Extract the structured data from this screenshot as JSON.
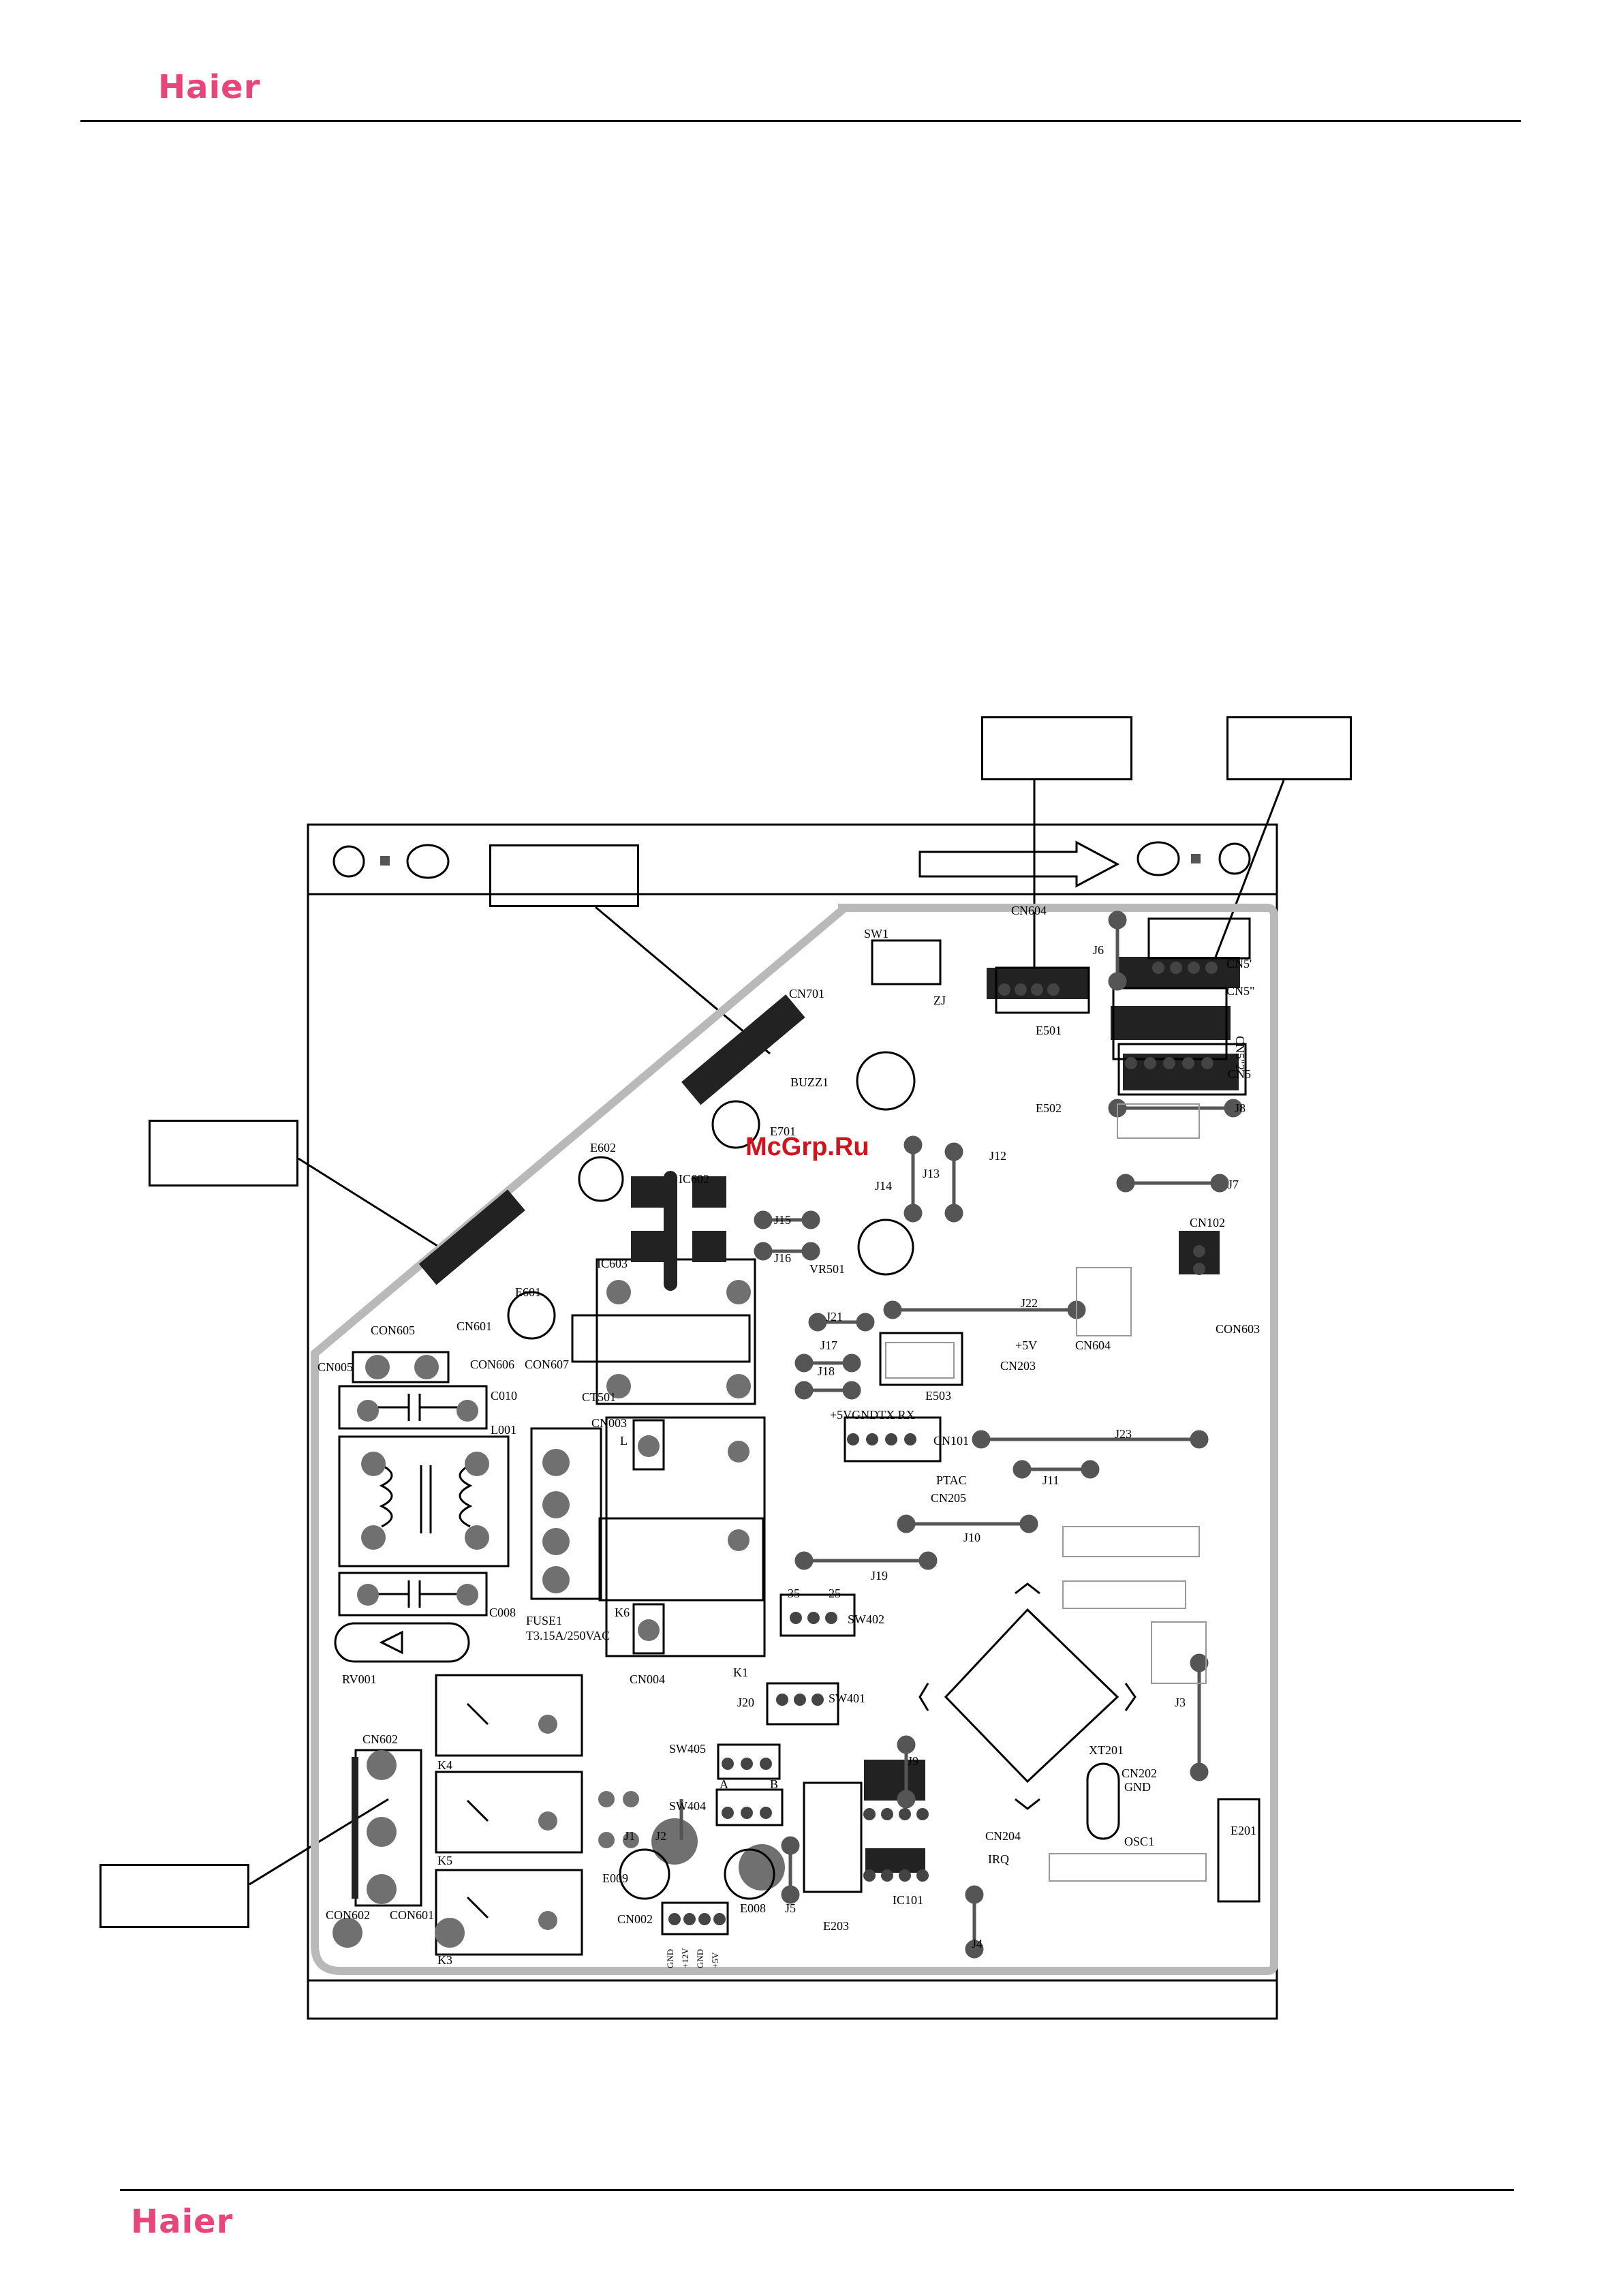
{
  "header": {
    "logo": "Haier"
  },
  "footer": {
    "logo": "Haier"
  },
  "watermark": "McGrp.Ru",
  "colors": {
    "brand": "#e8457a",
    "board_outline": "#b9b9b9",
    "trace": "#111111",
    "watermark": "#d0141c"
  },
  "board": {
    "labels": [
      {
        "id": "sw1",
        "text": "SW1"
      },
      {
        "id": "cn604a",
        "text": "CN604"
      },
      {
        "id": "zj",
        "text": "ZJ"
      },
      {
        "id": "e501",
        "text": "E501"
      },
      {
        "id": "j6",
        "text": "J6"
      },
      {
        "id": "cn5t",
        "text": "CN5'"
      },
      {
        "id": "cn5t2",
        "text": "CN5\""
      },
      {
        "id": "cn52",
        "text": "CN5\"2"
      },
      {
        "id": "cn5",
        "text": "CN5"
      },
      {
        "id": "cn701",
        "text": "CN701"
      },
      {
        "id": "buzz1",
        "text": "BUZZ1"
      },
      {
        "id": "e502",
        "text": "E502"
      },
      {
        "id": "j8",
        "text": "J8"
      },
      {
        "id": "e701",
        "text": "E701"
      },
      {
        "id": "j12",
        "text": "J12"
      },
      {
        "id": "e602",
        "text": "E602"
      },
      {
        "id": "ic602",
        "text": "IC602"
      },
      {
        "id": "j13",
        "text": "J13"
      },
      {
        "id": "j7",
        "text": "J7"
      },
      {
        "id": "j14",
        "text": "J14"
      },
      {
        "id": "j15",
        "text": "J15"
      },
      {
        "id": "cn102",
        "text": "CN102"
      },
      {
        "id": "j16",
        "text": "J16"
      },
      {
        "id": "vr501",
        "text": "VR501"
      },
      {
        "id": "ic603",
        "text": "IC603"
      },
      {
        "id": "e601",
        "text": "E601"
      },
      {
        "id": "j22",
        "text": "J22"
      },
      {
        "id": "con605",
        "text": "CON605"
      },
      {
        "id": "cn601",
        "text": "CN601"
      },
      {
        "id": "j21",
        "text": "J21"
      },
      {
        "id": "con603",
        "text": "CON603"
      },
      {
        "id": "j17",
        "text": "J17"
      },
      {
        "id": "p5v",
        "text": "+5V"
      },
      {
        "id": "cn604b",
        "text": "CN604"
      },
      {
        "id": "con606",
        "text": "CON606"
      },
      {
        "id": "con607",
        "text": "CON607"
      },
      {
        "id": "cn203",
        "text": "CN203"
      },
      {
        "id": "cn005",
        "text": "CN005"
      },
      {
        "id": "j18",
        "text": "J18"
      },
      {
        "id": "e503",
        "text": "E503"
      },
      {
        "id": "ct501",
        "text": "CT501"
      },
      {
        "id": "c010",
        "text": "C010"
      },
      {
        "id": "l001",
        "text": "L001"
      },
      {
        "id": "cn003",
        "text": "CN003"
      },
      {
        "id": "p5vgnd",
        "text": "+5VGNDTX RX"
      },
      {
        "id": "j23",
        "text": "J23"
      },
      {
        "id": "lbl_l",
        "text": "L"
      },
      {
        "id": "cn101",
        "text": "CN101"
      },
      {
        "id": "j11",
        "text": "J11"
      },
      {
        "id": "ptac",
        "text": "PTAC"
      },
      {
        "id": "cn205",
        "text": "CN205"
      },
      {
        "id": "j10",
        "text": "J10"
      },
      {
        "id": "j19",
        "text": "J19"
      },
      {
        "id": "n35",
        "text": "35"
      },
      {
        "id": "n25",
        "text": "25"
      },
      {
        "id": "c008",
        "text": "C008"
      },
      {
        "id": "k6",
        "text": "K6"
      },
      {
        "id": "sw402",
        "text": "SW402"
      },
      {
        "id": "fuse1",
        "text": "FUSE1"
      },
      {
        "id": "fuse_rating",
        "text": "T3.15A/250VAC"
      },
      {
        "id": "k1",
        "text": "K1"
      },
      {
        "id": "rv001",
        "text": "RV001"
      },
      {
        "id": "cn004",
        "text": "CN004"
      },
      {
        "id": "sw401",
        "text": "SW401"
      },
      {
        "id": "j20",
        "text": "J20"
      },
      {
        "id": "j3",
        "text": "J3"
      },
      {
        "id": "cn602",
        "text": "CN602"
      },
      {
        "id": "sw405",
        "text": "SW405"
      },
      {
        "id": "xt201",
        "text": "XT201"
      },
      {
        "id": "k4",
        "text": "K4"
      },
      {
        "id": "j9",
        "text": "J9"
      },
      {
        "id": "cn202",
        "text": "CN202"
      },
      {
        "id": "gnd",
        "text": "GND"
      },
      {
        "id": "lbl_a",
        "text": "A"
      },
      {
        "id": "lbl_b",
        "text": "B"
      },
      {
        "id": "sw404",
        "text": "SW404"
      },
      {
        "id": "e201",
        "text": "E201"
      },
      {
        "id": "cn204",
        "text": "CN204"
      },
      {
        "id": "osc1",
        "text": "OSC1"
      },
      {
        "id": "j1",
        "text": "J1"
      },
      {
        "id": "j2",
        "text": "J2"
      },
      {
        "id": "irq",
        "text": "IRQ"
      },
      {
        "id": "k5",
        "text": "K5"
      },
      {
        "id": "e009",
        "text": "E009"
      },
      {
        "id": "e008",
        "text": "E008"
      },
      {
        "id": "j5",
        "text": "J5"
      },
      {
        "id": "ic101",
        "text": "IC101"
      },
      {
        "id": "con602",
        "text": "CON602"
      },
      {
        "id": "con601",
        "text": "CON601"
      },
      {
        "id": "cn002",
        "text": "CN002"
      },
      {
        "id": "e203",
        "text": "E203"
      },
      {
        "id": "j4",
        "text": "J4"
      },
      {
        "id": "k3",
        "text": "K3"
      },
      {
        "id": "pin_gnd1",
        "text": "GND"
      },
      {
        "id": "pin_12v",
        "text": "+12V"
      },
      {
        "id": "pin_gnd2",
        "text": "GND"
      },
      {
        "id": "pin_5v",
        "text": "+5V"
      }
    ]
  }
}
